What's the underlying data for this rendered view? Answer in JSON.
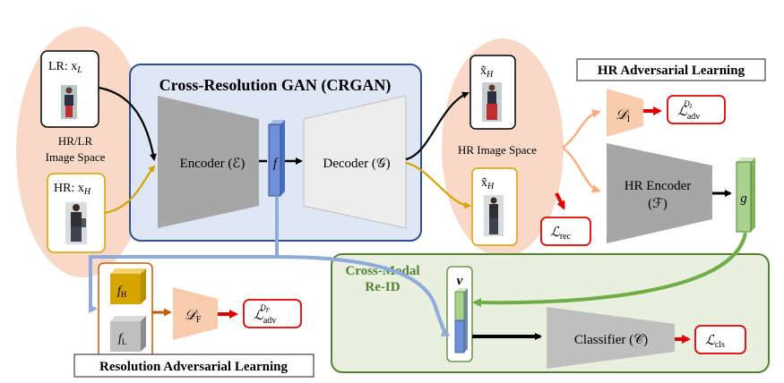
{
  "panels": {
    "crgan_title": "Cross-Resolution GAN (CRGAN)",
    "hr_adv_title": "HR Adversarial Learning",
    "res_adv_title": "Resolution Adversarial Learning",
    "cross_modal_line1": "Cross-Modal",
    "cross_modal_line2": "Re-ID"
  },
  "input_space": {
    "lr_label": "LR: x",
    "lr_sub": "L",
    "hr_label": "HR: x",
    "hr_sub": "H",
    "caption_line1": "HR/LR",
    "caption_line2": "Image Space"
  },
  "crgan": {
    "encoder_label": "Encoder (ℰ)",
    "feature_label": "f",
    "decoder_label": "Decoder (𝒢)"
  },
  "output_space": {
    "xh_top": "x̃",
    "xh_top_sub": "H",
    "xh_bottom": "x̃",
    "xh_bottom_sub": "H",
    "caption": "HR Image Space"
  },
  "losses": {
    "rec": "ℒ",
    "rec_sub": "rec",
    "adv_i": "ℒ",
    "adv_i_sub": "adv",
    "adv_i_sup": "D",
    "adv_i_sup_sub": "I",
    "adv_f": "ℒ",
    "adv_f_sub": "adv",
    "adv_f_sup": "D",
    "adv_f_sup_sub": "F",
    "cls": "ℒ",
    "cls_sub": "cls"
  },
  "modules": {
    "disc_i": "𝒟",
    "disc_i_sub": "I",
    "disc_f": "𝒟",
    "disc_f_sub": "F",
    "hr_encoder_line1": "HR Encoder",
    "hr_encoder_line2": "(ℱ)",
    "g_label": "g",
    "v_label": "v",
    "fh_label": "f",
    "fh_sub": "H",
    "fl_label": "f",
    "fl_sub": "L",
    "classifier_label": "Classifier (𝒞)"
  },
  "colors": {
    "crgan_fill": "#dfe7f5",
    "crgan_stroke": "#2f528f",
    "space_fill": "#f8d9c7",
    "crossmodal_fill": "#e9f0df",
    "crossmodal_stroke": "#548235",
    "crossmodal_text": "#548235",
    "loss_stroke": "#e00000",
    "disc_fill": "#f8cbad",
    "feature_blue": "#6f8fd8",
    "feature_green": "#a9d18e",
    "gray_dark": "#a6a6a6",
    "gray_light": "#ededed",
    "gold": "#d6a400",
    "arrow_blue": "#8fabdc",
    "arrow_green": "#70ad47",
    "arrow_orange": "#f4b183",
    "arrow_red": "#e00000",
    "arrow_brown": "#c55a11"
  }
}
